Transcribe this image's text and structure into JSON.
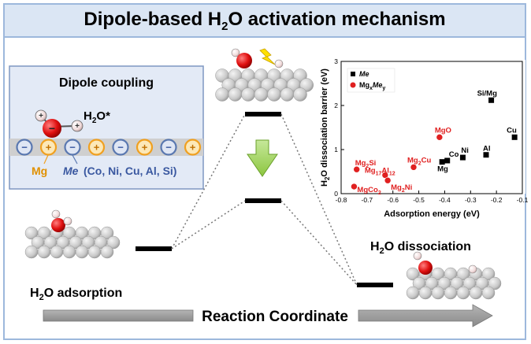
{
  "title": {
    "pre": "Dipole-based H",
    "sub": "2",
    "post": "O activation mechanism"
  },
  "inset": {
    "heading": "Dipole coupling",
    "molecule_label_pre": "H",
    "molecule_label_sub": "2",
    "molecule_label_post": "O*",
    "mg_label": "Mg",
    "me_label": "Me",
    "me_list": "(Co, Ni, Cu, Al, Si)",
    "plus": "+",
    "minus": "−"
  },
  "labels": {
    "adsorption_pre": "H",
    "adsorption_sub": "2",
    "adsorption_post": "O adsorption",
    "dissociation_pre": "H",
    "dissociation_sub": "2",
    "dissociation_post": "O dissociation",
    "reaction_coordinate": "Reaction Coordinate"
  },
  "colors": {
    "frame": "#9db8dc",
    "title_bg": "#dbe6f4",
    "inset_bg": "#e3eaf6",
    "me_series": "#000000",
    "mgme_series": "#e02020",
    "mg_ring": "#f0a020",
    "me_ring": "#5a78b0",
    "arrow_green": "#8cc63f"
  },
  "chart_data": {
    "type": "scatter",
    "xlabel": "Adsorption energy (eV)",
    "ylabel_pre": "H",
    "ylabel_sub": "2",
    "ylabel_post": "O dissociation barrier (eV)",
    "xlim": [
      -0.8,
      -0.1
    ],
    "ylim": [
      0,
      3
    ],
    "xticks": [
      -0.8,
      -0.7,
      -0.6,
      -0.5,
      -0.4,
      -0.3,
      -0.2,
      -0.1
    ],
    "xtick_labels": [
      "-0.8",
      "-0.7",
      "-0.6",
      "-0.5",
      "-0.4",
      "-0.3",
      "-0.2",
      "-0.1"
    ],
    "yticks": [
      0,
      1,
      2,
      3
    ],
    "ytick_labels": [
      "0",
      "1",
      "2",
      "3"
    ],
    "legend_position": "top-left",
    "series": [
      {
        "name": "Me",
        "marker": "square",
        "color": "#000000",
        "points": [
          {
            "x": -0.41,
            "y": 0.72,
            "label": "Mg"
          },
          {
            "x": -0.39,
            "y": 0.75,
            "label": "Co"
          },
          {
            "x": -0.33,
            "y": 0.82,
            "label": "Ni"
          },
          {
            "x": -0.24,
            "y": 0.88,
            "label": "Al"
          },
          {
            "x": -0.22,
            "y": 2.12,
            "label": "Si/Mg"
          },
          {
            "x": -0.13,
            "y": 1.28,
            "label": "Cu"
          }
        ]
      },
      {
        "name_pre": "Mg",
        "name_sub1": "x",
        "name_mid": "Me",
        "name_sub2": "y",
        "name": "MgxMey",
        "marker": "circle",
        "color": "#e02020",
        "points": [
          {
            "x": -0.74,
            "y": 0.55,
            "label": {
              "pre": "Mg",
              "sub": "2",
              "post": "Si"
            }
          },
          {
            "x": -0.75,
            "y": 0.16,
            "label": {
              "pre": "MgCo",
              "sub": "2",
              "post": ""
            }
          },
          {
            "x": -0.63,
            "y": 0.42,
            "label": {
              "pre": "Mg",
              "sub": "17",
              "post": "Al",
              "sub2": "12"
            }
          },
          {
            "x": -0.62,
            "y": 0.3,
            "label": {
              "pre": "Mg",
              "sub": "2",
              "post": "Ni"
            }
          },
          {
            "x": -0.52,
            "y": 0.6,
            "label": {
              "pre": "Mg",
              "sub": "2",
              "post": "Cu"
            }
          },
          {
            "x": -0.42,
            "y": 1.28,
            "label": {
              "pre": "MgO",
              "sub": "",
              "post": ""
            }
          }
        ]
      }
    ]
  }
}
